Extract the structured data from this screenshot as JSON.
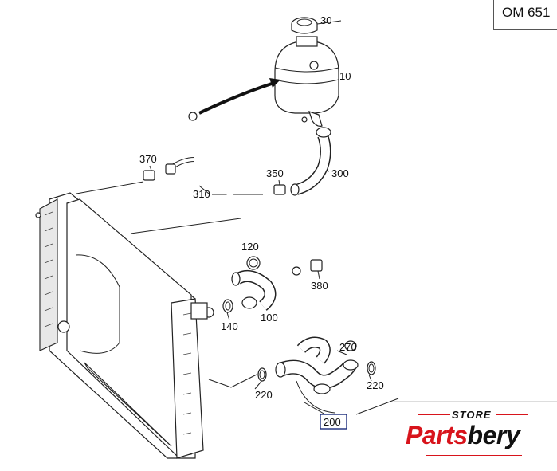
{
  "engine_code": "OM 651",
  "callouts": [
    {
      "id": "30",
      "text": "30"
    },
    {
      "id": "10",
      "text": "10"
    },
    {
      "id": "370",
      "text": "370"
    },
    {
      "id": "350",
      "text": "350"
    },
    {
      "id": "300",
      "text": "300"
    },
    {
      "id": "310",
      "text": "310"
    },
    {
      "id": "120",
      "text": "120"
    },
    {
      "id": "380",
      "text": "380"
    },
    {
      "id": "140",
      "text": "140"
    },
    {
      "id": "100",
      "text": "100"
    },
    {
      "id": "270",
      "text": "270"
    },
    {
      "id": "220a",
      "text": "220"
    },
    {
      "id": "220b",
      "text": "220"
    },
    {
      "id": "200",
      "text": "200",
      "highlighted": true
    }
  ],
  "logo": {
    "store": "STORE",
    "brand_part1": "Parts",
    "brand_part2": "bery"
  },
  "colors": {
    "brand_red": "#d8141c",
    "highlight_box": "#1a2a7a",
    "line": "#222222"
  }
}
